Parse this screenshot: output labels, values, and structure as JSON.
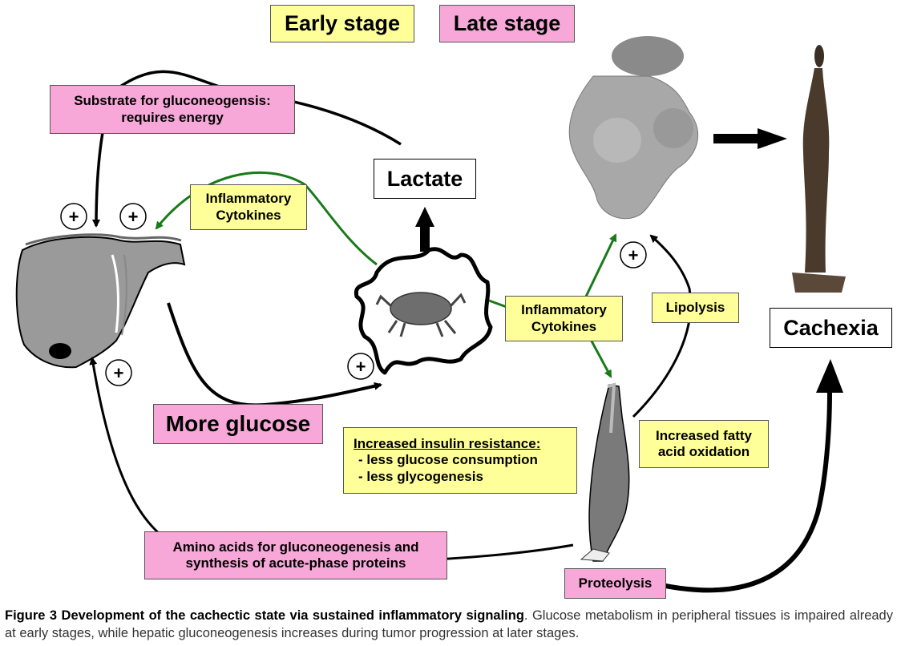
{
  "legend": {
    "early": "Early stage",
    "late": "Late stage"
  },
  "labels": {
    "substrate_line1": "Substrate for gluconeogensis:",
    "substrate_line2": "requires energy",
    "lactate": "Lactate",
    "cytokines_top_line1": "Inflammatory",
    "cytokines_top_line2": "Cytokines",
    "cytokines_mid_line1": "Inflammatory",
    "cytokines_mid_line2": "Cytokines",
    "lipolysis": "Lipolysis",
    "cachexia": "Cachexia",
    "more_glucose": "More glucose",
    "insulin_title": "Increased insulin resistance:",
    "insulin_item1": "- less glucose consumption",
    "insulin_item2": "- less glycogenesis",
    "fatty_line1": "Increased fatty",
    "fatty_line2": "acid oxidation",
    "amino_line1": "Amino acids for gluconeogenesis and",
    "amino_line2": "synthesis of acute-phase proteins",
    "proteolysis": "Proteolysis"
  },
  "plus_symbol": "+",
  "caption": {
    "bold": "Figure 3 Development of the cachectic state via sustained inflammatory signaling",
    "text": ". Glucose metabolism in peripheral tissues is impaired already at early stages, while hepatic gluconeogenesis increases during tumor progression at later stages."
  },
  "colors": {
    "early": "#ffff99",
    "late": "#f7a8d8",
    "arrow_black": "#000000",
    "arrow_green": "#1a7a1a"
  }
}
